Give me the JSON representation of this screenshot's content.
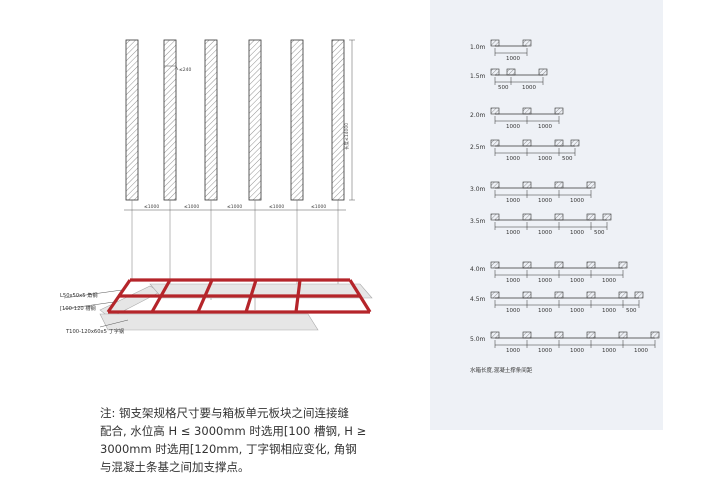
{
  "left": {
    "spacing_label": "≤1000",
    "gap_label": "≤240",
    "height_label": "长度≤14000",
    "labels": {
      "angle": "L50x50x5 角钢",
      "channel": "[100-120 槽钢",
      "tbar": "T100-120x60x5 丁字钢"
    }
  },
  "right": {
    "caption": "水箱长度,混凝土撑条间距",
    "rows": [
      {
        "label": "1.0m",
        "dims": [
          "1000"
        ]
      },
      {
        "label": "1.5m",
        "dims": [
          "500",
          "1000"
        ]
      },
      {
        "label": "2.0m",
        "dims": [
          "1000",
          "1000"
        ]
      },
      {
        "label": "2.5m",
        "dims": [
          "1000",
          "1000",
          "500"
        ]
      },
      {
        "label": "3.0m",
        "dims": [
          "1000",
          "1000",
          "1000"
        ]
      },
      {
        "label": "3.5m",
        "dims": [
          "1000",
          "1000",
          "1000",
          "500"
        ]
      },
      {
        "label": "4.0m",
        "dims": [
          "1000",
          "1000",
          "1000",
          "1000"
        ]
      },
      {
        "label": "4.5m",
        "dims": [
          "1000",
          "1000",
          "1000",
          "1000",
          "500"
        ]
      },
      {
        "label": "5.0m",
        "dims": [
          "1000",
          "1000",
          "1000",
          "1000",
          "1000"
        ]
      }
    ]
  },
  "note": {
    "line1": "注: 钢支架规格尺寸要与箱板单元板块之间连接缝",
    "line2": "配合, 水位高 H ≤ 3000mm 时选用[100 槽钢, H ≥",
    "line3": "3000mm 时选用[120mm, 丁字钢相应变化, 角钢",
    "line4": "与混凝土条基之间加支撑点。"
  }
}
